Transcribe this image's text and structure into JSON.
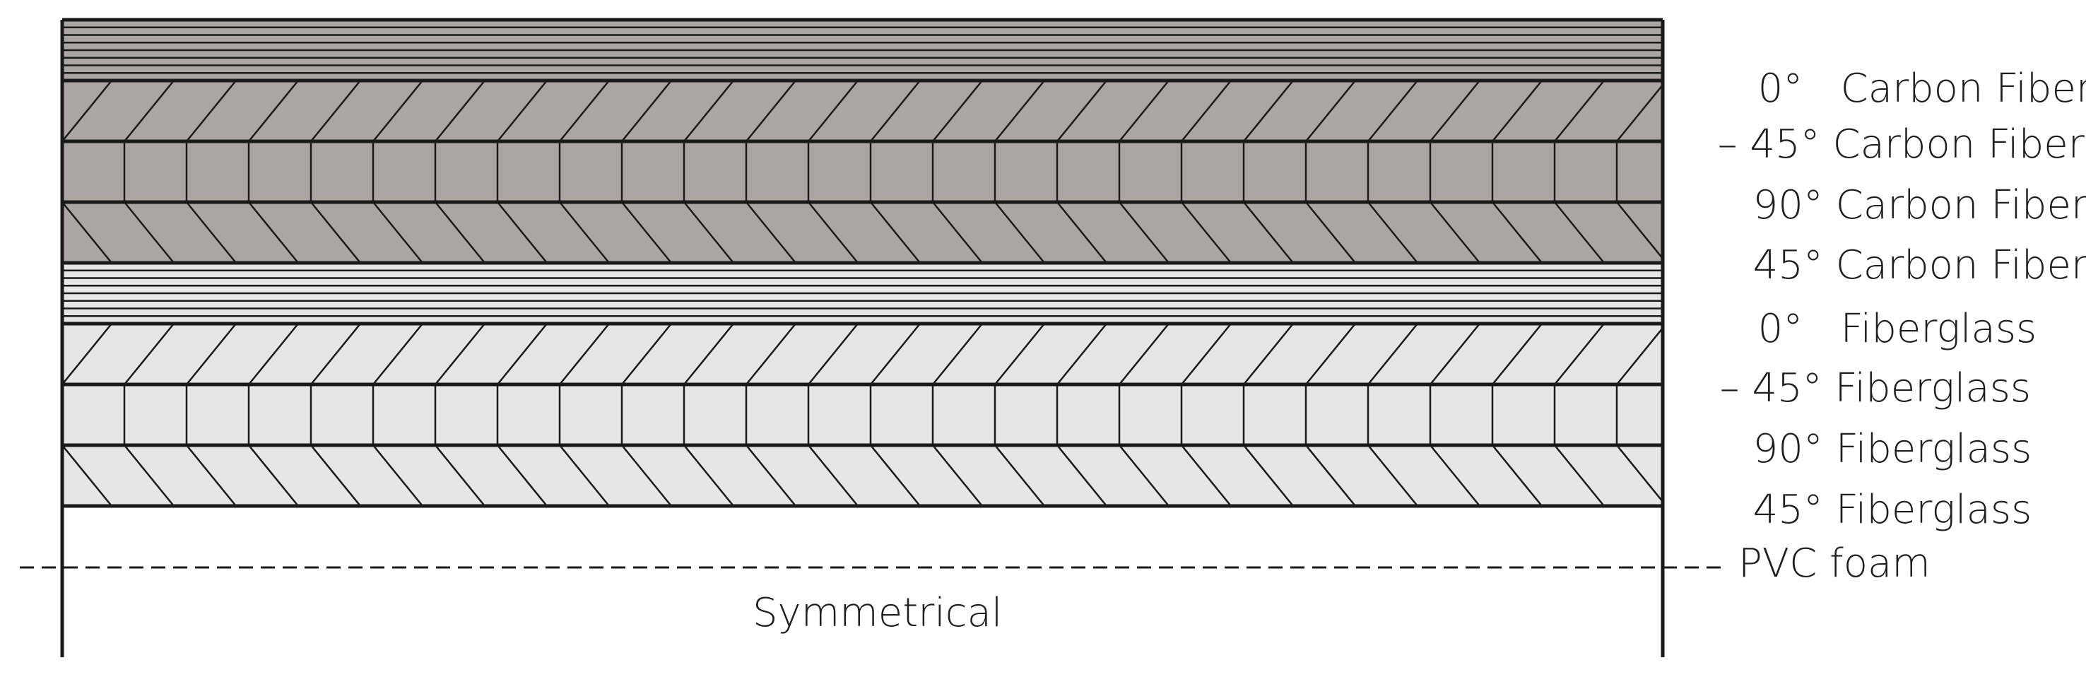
{
  "layers": [
    {
      "angle": "0°",
      "material": "Carbon Fiber",
      "pattern": "horizontal",
      "fill": "#aba6a3"
    },
    {
      "angle": "– 45°",
      "material": "Carbon Fiber",
      "pattern": "forward",
      "fill": "#aba6a3"
    },
    {
      "angle": "90°",
      "material": "Carbon Fiber",
      "pattern": "vertical",
      "fill": "#aba6a3"
    },
    {
      "angle": "45°",
      "material": "Carbon Fiber",
      "pattern": "backward",
      "fill": "#aba6a3"
    },
    {
      "angle": "0°",
      "material": "Fiberglass",
      "pattern": "horizontal",
      "fill": "#e6e6e6"
    },
    {
      "angle": "– 45°",
      "material": "Fiberglass",
      "pattern": "forward",
      "fill": "#e6e6e6"
    },
    {
      "angle": "90°",
      "material": "Fiberglass",
      "pattern": "vertical",
      "fill": "#e6e6e6"
    },
    {
      "angle": "45°",
      "material": "Fiberglass",
      "pattern": "backward",
      "fill": "#e6e6e6"
    }
  ],
  "core": {
    "label": "PVC foam",
    "fill": "#ffffff"
  },
  "symmetry_note": "Symmetrical",
  "colors": {
    "stroke": "#1a1a1a",
    "carbon_fiber": "#aba6a3",
    "fiberglass": "#e6e6e6"
  }
}
